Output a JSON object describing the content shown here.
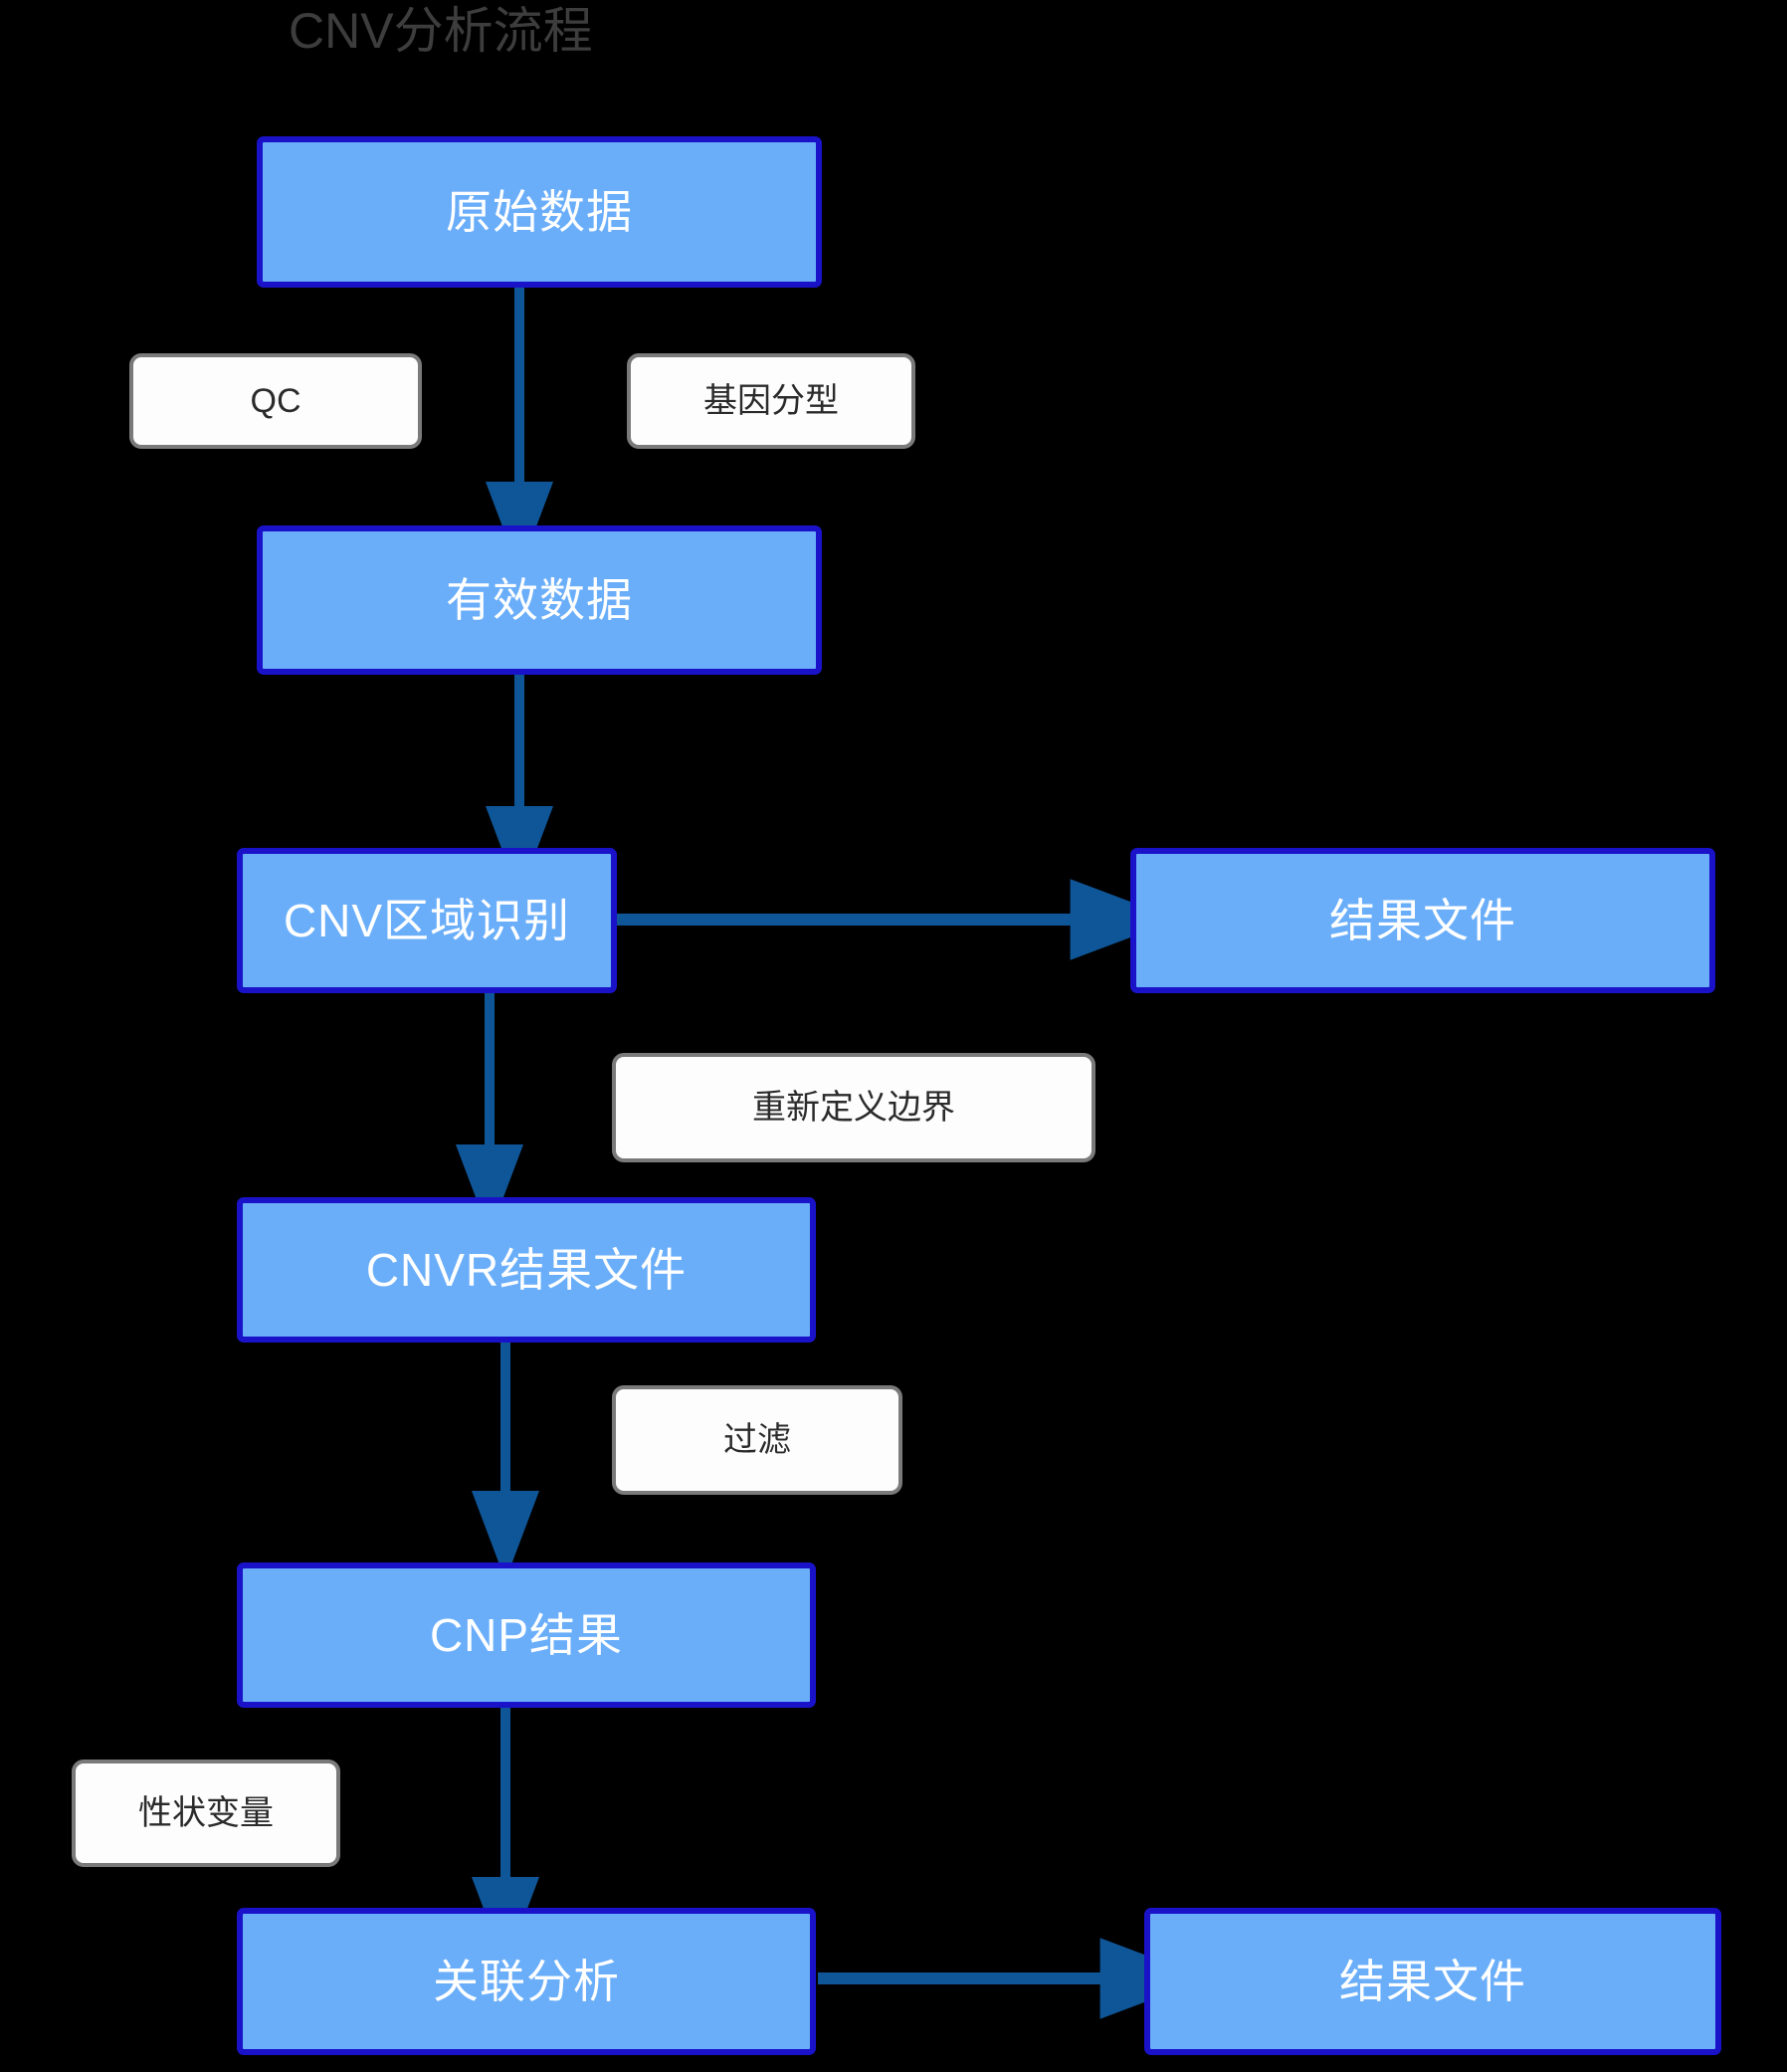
{
  "diagram": {
    "title": "CNV分析流程",
    "title_color": "#3D3D3D",
    "background_color": "#000000",
    "node_fill": "#6AAEFA",
    "node_border": "#1A12C9",
    "node_text_color": "#FFFFFF",
    "edge_color": "#0F5699",
    "label_fill": "#FDFDFD",
    "label_border": "#7A7A7A",
    "label_text_color": "#2B2B2B"
  },
  "nodes": [
    {
      "id": "raw-data",
      "label": "原始数据"
    },
    {
      "id": "valid-data",
      "label": "有效数据"
    },
    {
      "id": "cnv-region-id",
      "label": "CNV区域识别"
    },
    {
      "id": "result-file-top",
      "label": "结果文件"
    },
    {
      "id": "cnvr-result",
      "label": "CNVR结果文件"
    },
    {
      "id": "cnp-result",
      "label": "CNP结果"
    },
    {
      "id": "assoc-analysis",
      "label": "关联分析"
    },
    {
      "id": "result-file-bottom",
      "label": "结果文件"
    }
  ],
  "edge_labels": [
    {
      "id": "qc",
      "label": "QC"
    },
    {
      "id": "genotyping",
      "label": "基因分型"
    },
    {
      "id": "redefine-bound",
      "label": "重新定义边界"
    },
    {
      "id": "filter",
      "label": "过滤"
    },
    {
      "id": "trait-variable",
      "label": "性状变量"
    }
  ],
  "edges": [
    {
      "from": "raw-data",
      "to": "valid-data",
      "direction": "down"
    },
    {
      "from": "valid-data",
      "to": "cnv-region-id",
      "direction": "down"
    },
    {
      "from": "cnv-region-id",
      "to": "result-file-top",
      "direction": "right"
    },
    {
      "from": "cnv-region-id",
      "to": "cnvr-result",
      "direction": "down"
    },
    {
      "from": "cnvr-result",
      "to": "cnp-result",
      "direction": "down"
    },
    {
      "from": "cnp-result",
      "to": "assoc-analysis",
      "direction": "down"
    },
    {
      "from": "assoc-analysis",
      "to": "result-file-bottom",
      "direction": "right"
    }
  ]
}
